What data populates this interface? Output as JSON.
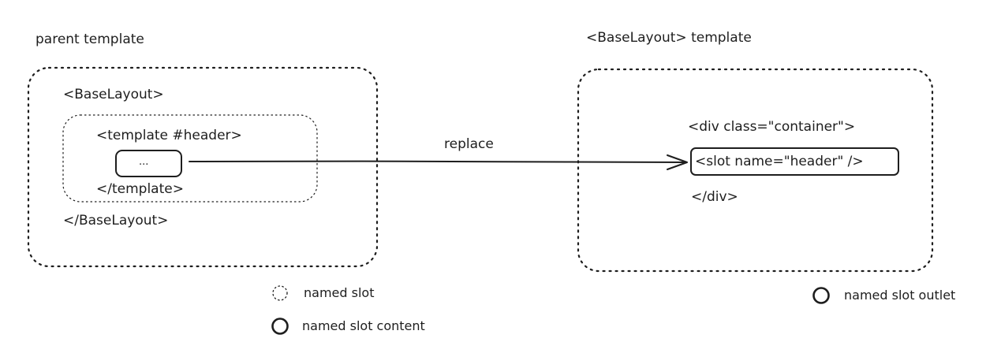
{
  "left": {
    "title": "parent template",
    "open_tag": "<BaseLayout>",
    "template_open": "<template #header>",
    "content": "...",
    "template_close": "</template>",
    "close_tag": "</BaseLayout>"
  },
  "arrow": {
    "label": "replace"
  },
  "right": {
    "title": "<BaseLayout> template",
    "div_open": "<div class=\"container\">",
    "slot": "<slot name=\"header\" />",
    "div_close": "</div>"
  },
  "legend": {
    "named_slot": "named slot",
    "named_slot_content": "named slot content",
    "named_slot_outlet": "named slot outlet"
  },
  "colors": {
    "stroke": "#1e1e1e",
    "background": "#ffffff"
  }
}
